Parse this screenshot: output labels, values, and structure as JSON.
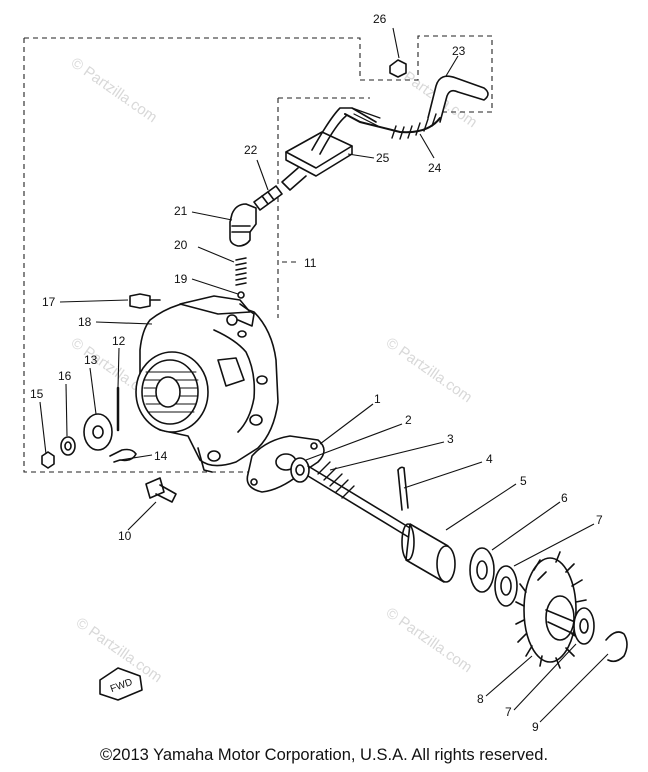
{
  "diagram": {
    "callouts": [
      "26",
      "23",
      "22",
      "25",
      "24",
      "21",
      "20",
      "11",
      "19",
      "17",
      "18",
      "12",
      "13",
      "16",
      "15",
      "14",
      "1",
      "2",
      "3",
      "4",
      "10",
      "5",
      "6",
      "7",
      "8",
      "7",
      "9"
    ],
    "watermark": "© Partzilla.com",
    "fwd_label": "FWD"
  },
  "footer": {
    "copyright": "©2013  Yamaha Motor Corporation, U.S.A. All rights reserved."
  }
}
